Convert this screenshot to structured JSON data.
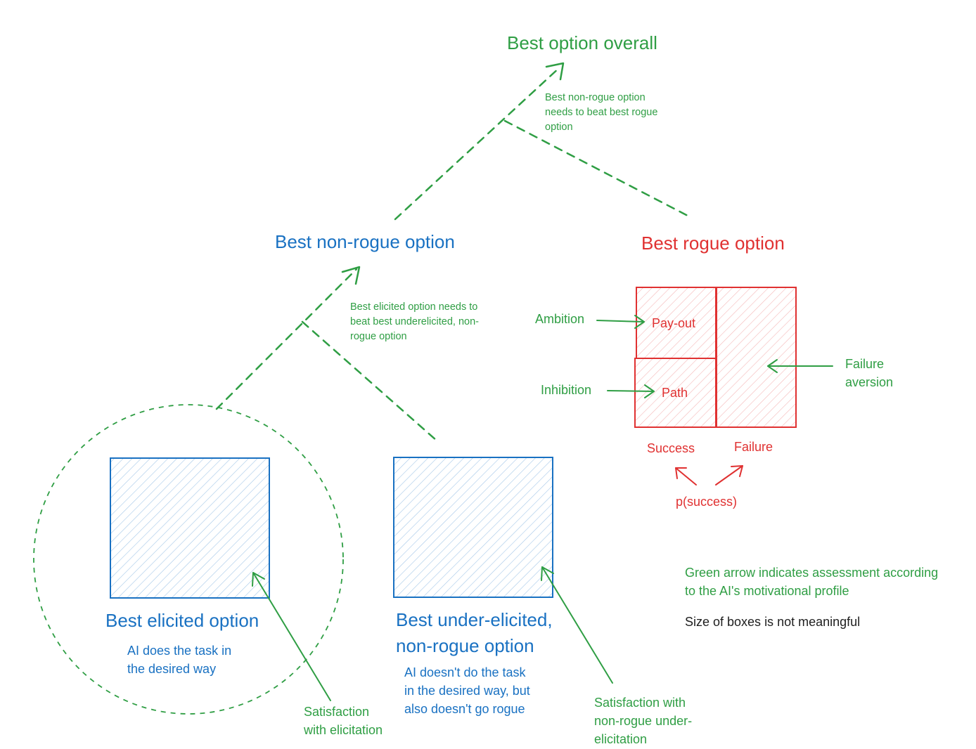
{
  "nodes": {
    "overall": "Best option overall",
    "non_rogue": "Best non-rogue option",
    "rogue": "Best rogue option",
    "elicited": "Best elicited option",
    "under_elicited_1": "Best under-elicited,",
    "under_elicited_2": "non-rogue option"
  },
  "notes": {
    "overall_1": "Best non-rogue option",
    "overall_2": "needs to beat best rogue",
    "overall_3": "option",
    "non_rogue_1": "Best elicited option needs to",
    "non_rogue_2": "beat best underelicited, non-",
    "non_rogue_3": "rogue option"
  },
  "descriptions": {
    "elicited_1": "AI does the task in",
    "elicited_2": "the desired way",
    "under_1": "AI doesn't do the task",
    "under_2": "in the desired way, but",
    "under_3": "also doesn't go rogue"
  },
  "factors": {
    "ambition": "Ambition",
    "inhibition": "Inhibition",
    "failure_aversion_1": "Failure",
    "failure_aversion_2": "aversion",
    "satisfaction_elicitation_1": "Satisfaction",
    "satisfaction_elicitation_2": "with elicitation",
    "satisfaction_under_1": "Satisfaction with",
    "satisfaction_under_2": "non-rogue under-",
    "satisfaction_under_3": "elicitation"
  },
  "rogue_box": {
    "payout": "Pay-out",
    "path": "Path",
    "success": "Success",
    "failure": "Failure",
    "p_success": "p(success)"
  },
  "legend": {
    "green_arrow_1": "Green arrow indicates assessment according",
    "green_arrow_2": "to the AI's motivational profile",
    "box_size": "Size of boxes is not meaningful"
  },
  "colors": {
    "green": "#2f9e44",
    "blue": "#1971c2",
    "red": "#e03131",
    "black": "#1e1e1e"
  }
}
